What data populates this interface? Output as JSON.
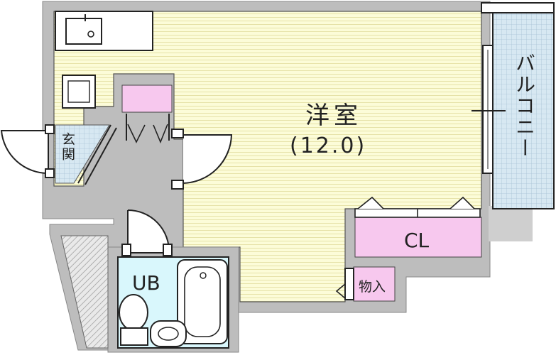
{
  "rooms": {
    "western_room": {
      "label": "洋室",
      "area": "(12.0)"
    },
    "balcony": {
      "label": "バルコニー"
    },
    "entrance": {
      "label": "玄関"
    },
    "closet": {
      "label": "CL"
    },
    "storage": {
      "label": "物入"
    },
    "unit_bath": {
      "label": "UB"
    }
  },
  "colors": {
    "wall": "#bdbdbd",
    "wall_outline": "#888888",
    "room_floor": "#fcfcd8",
    "floor_lines": "#e6e2a8",
    "tile": "#d7e8f2",
    "bath": "#d9f7fc",
    "closet": "#f7c8ee"
  }
}
